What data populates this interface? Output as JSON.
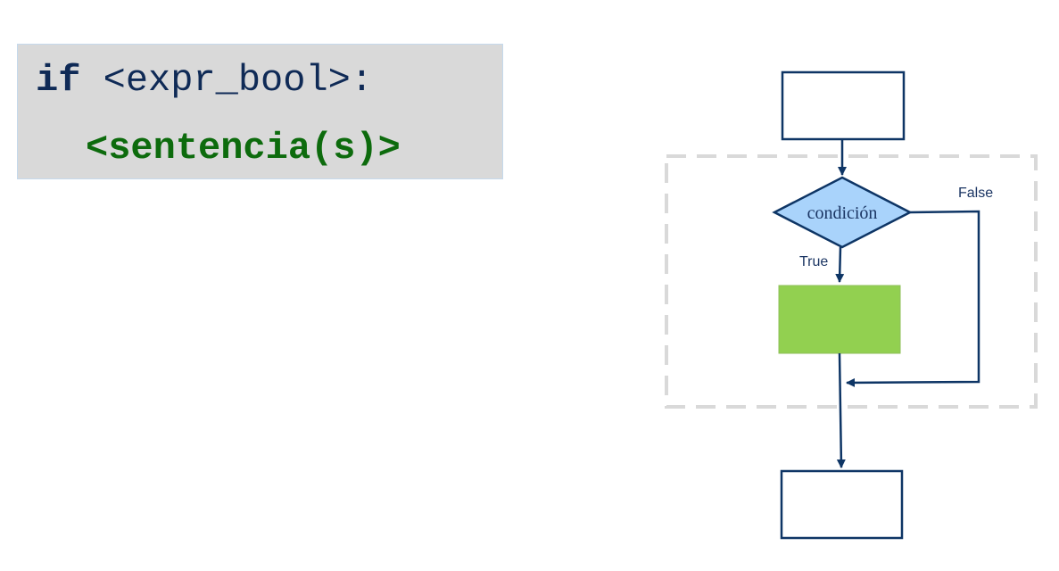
{
  "code": {
    "keyword": "if",
    "expression": " <expr_bool>:",
    "statement": "<sentencia(s)>"
  },
  "flowchart": {
    "condition_label": "condición",
    "true_label": "True",
    "false_label": "False"
  },
  "colors": {
    "code_background": "#d9d9d9",
    "keyword": "#0f2a56",
    "statement": "#0d6b0d",
    "flow_stroke": "#0e3565",
    "diamond_fill": "#a9d3fb",
    "process_fill": "#92d050",
    "dashed_group": "#d9d9d9"
  }
}
